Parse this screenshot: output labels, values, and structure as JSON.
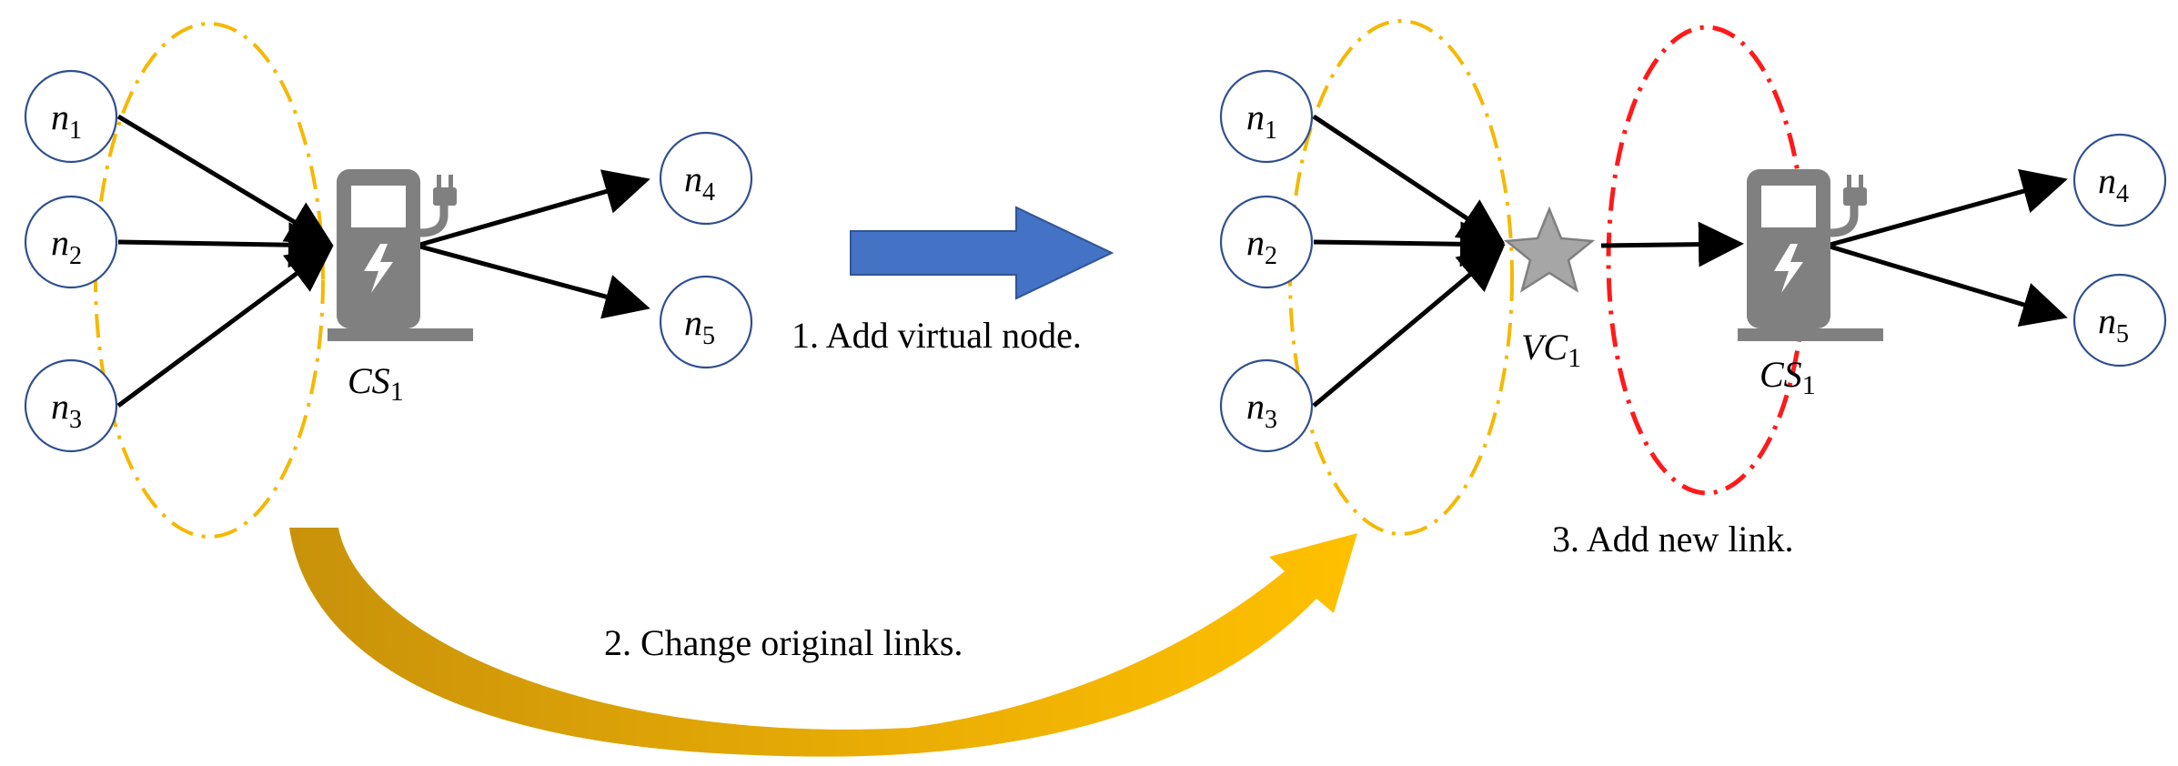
{
  "left_graph": {
    "nodes": [
      {
        "id": "n1",
        "base": "n",
        "sub": "1"
      },
      {
        "id": "n2",
        "base": "n",
        "sub": "2"
      },
      {
        "id": "n3",
        "base": "n",
        "sub": "3"
      },
      {
        "id": "n4",
        "base": "n",
        "sub": "4"
      },
      {
        "id": "n5",
        "base": "n",
        "sub": "5"
      }
    ],
    "station": {
      "base": "CS",
      "sub": "1",
      "icon": "charging-station-icon"
    }
  },
  "right_graph": {
    "nodes": [
      {
        "id": "n1",
        "base": "n",
        "sub": "1"
      },
      {
        "id": "n2",
        "base": "n",
        "sub": "2"
      },
      {
        "id": "n3",
        "base": "n",
        "sub": "3"
      },
      {
        "id": "n4",
        "base": "n",
        "sub": "4"
      },
      {
        "id": "n5",
        "base": "n",
        "sub": "5"
      }
    ],
    "virtual_node": {
      "base": "VC",
      "sub": "1",
      "icon": "star-icon"
    },
    "station": {
      "base": "CS",
      "sub": "1",
      "icon": "charging-station-icon"
    }
  },
  "steps": {
    "step1": "1. Add virtual node.",
    "step2": "2. Change original links.",
    "step3": "3. Add new link."
  },
  "colors": {
    "accent_blue": "#4472c4",
    "gold": "#f5b800",
    "red": "#ff1a1a",
    "station_gray": "#808080",
    "star_gray": "#a6a6a6",
    "node_stroke": "#2f4f8f"
  }
}
